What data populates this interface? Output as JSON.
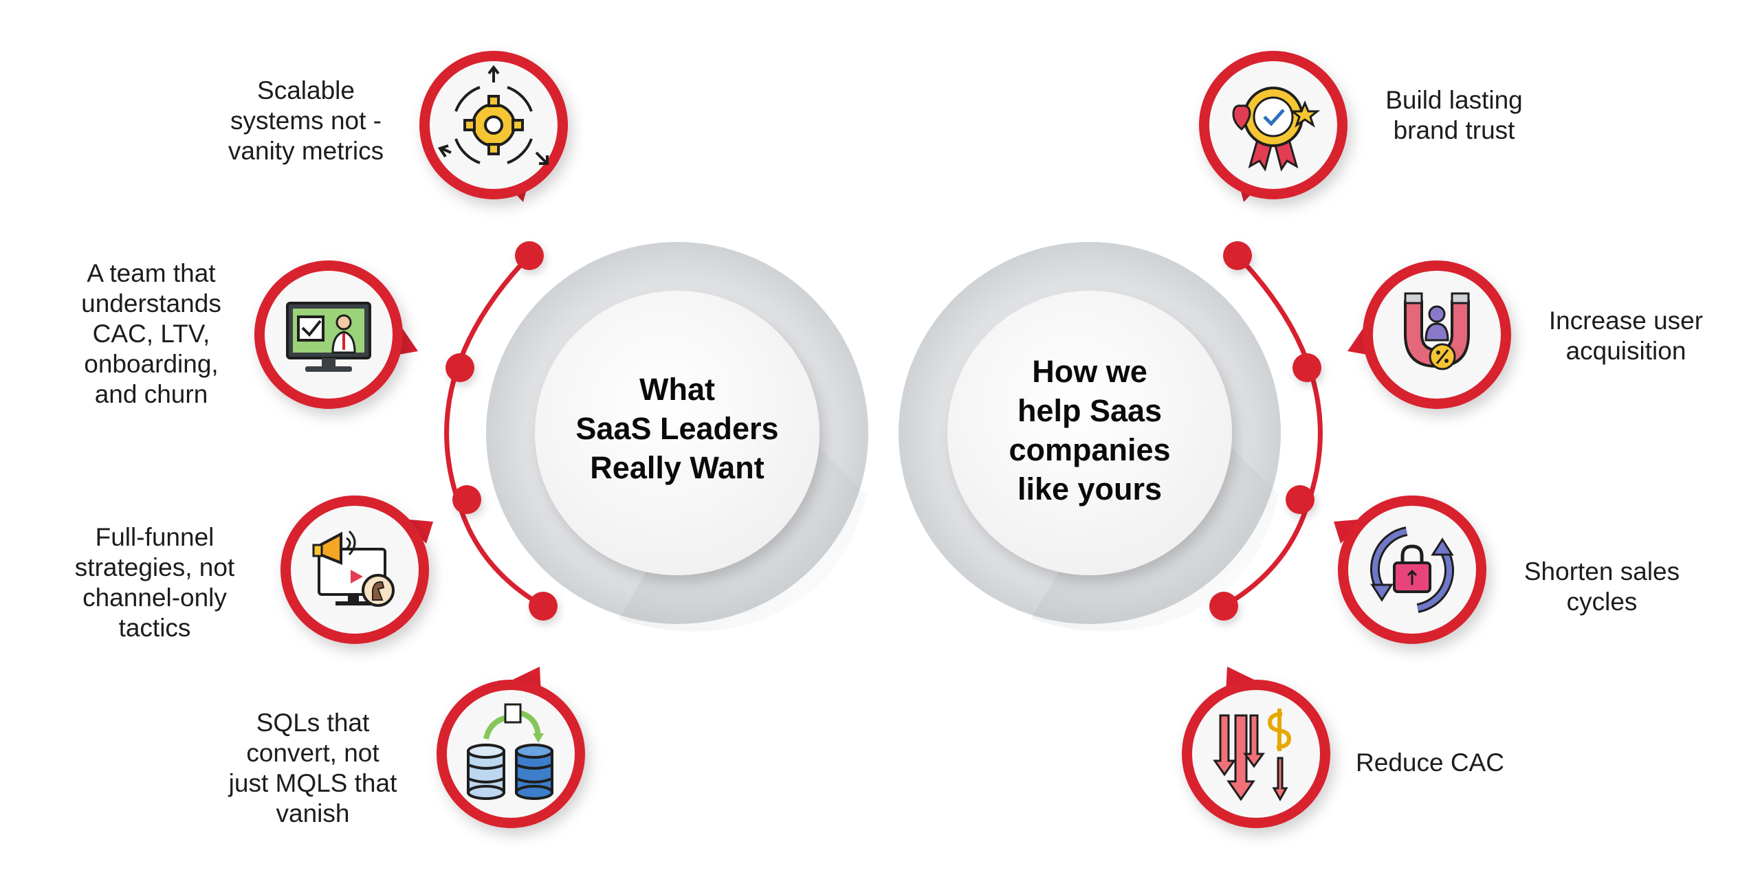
{
  "left_hub": {
    "title_lines": [
      "What",
      "SaaS Leaders",
      "Really Want"
    ]
  },
  "right_hub": {
    "title_lines": [
      "How we",
      "help Saas",
      "companies",
      "like yours"
    ]
  },
  "left_items": [
    {
      "icon": "gear-cycle-icon",
      "lines": [
        "Scalable",
        "systems not -",
        "vanity metrics"
      ]
    },
    {
      "icon": "monitor-checklist-icon",
      "lines": [
        "A team that",
        "understands",
        "CAC, LTV,",
        "onboarding,",
        "and churn"
      ]
    },
    {
      "icon": "megaphone-strategy-icon",
      "lines": [
        "Full-funnel",
        "strategies, not",
        "channel-only",
        "tactics"
      ]
    },
    {
      "icon": "database-transfer-icon",
      "lines": [
        "SQLs that",
        "convert, not",
        "just MQLS that",
        "vanish"
      ]
    }
  ],
  "right_items": [
    {
      "icon": "trust-badge-icon",
      "lines": [
        "Build lasting",
        "brand trust"
      ]
    },
    {
      "icon": "user-magnet-icon",
      "lines": [
        "Increase user",
        "acquisition"
      ]
    },
    {
      "icon": "lock-cycle-icon",
      "lines": [
        "Shorten sales",
        "cycles"
      ]
    },
    {
      "icon": "cost-down-icon",
      "lines": [
        "Reduce CAC"
      ]
    }
  ],
  "colors": {
    "accent": "#d8202f",
    "hub_ring": "#d7d9dc",
    "text": "#1c1c1c"
  }
}
